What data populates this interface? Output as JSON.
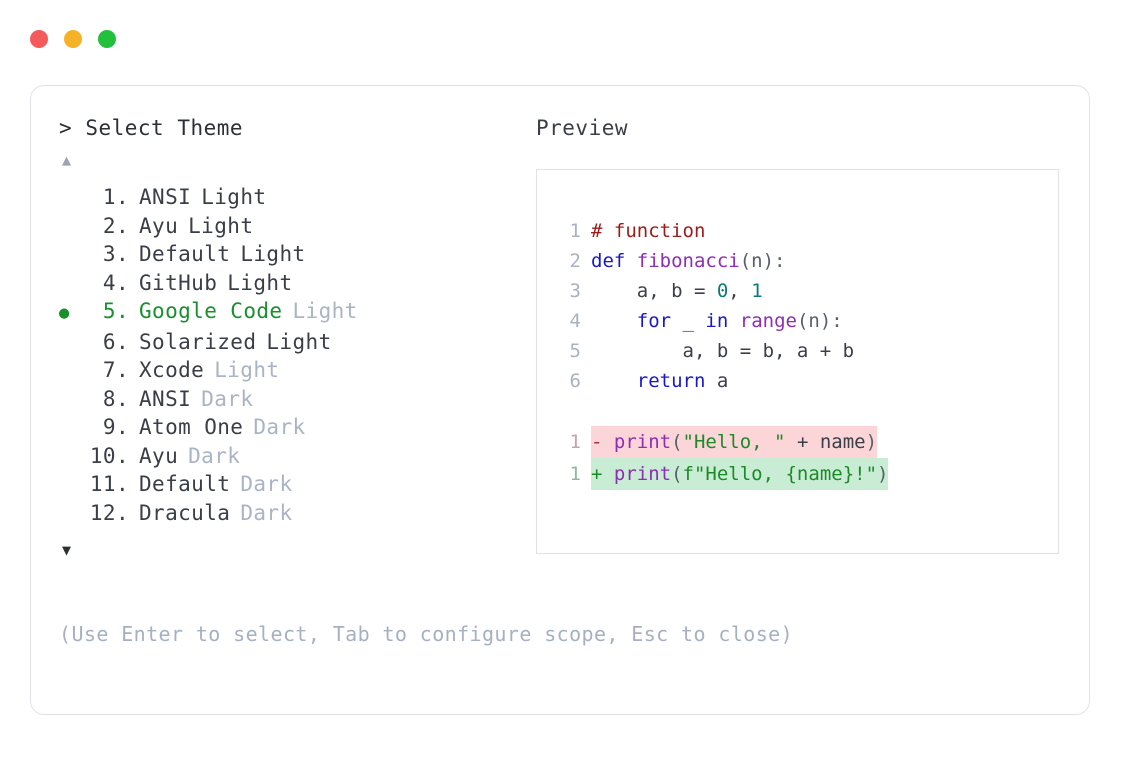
{
  "titlebar": {
    "dots": [
      {
        "name": "close-button",
        "color": "#F4595B"
      },
      {
        "name": "minimize-button",
        "color": "#F5B227"
      },
      {
        "name": "maximize-button",
        "color": "#22C03C"
      }
    ]
  },
  "prompt": {
    "caret": ">",
    "label": "Select Theme"
  },
  "scroll": {
    "up": "▲",
    "down": "▼"
  },
  "selected_index": 5,
  "themes": [
    {
      "num": "1.",
      "name": "ANSI",
      "variant": "Light",
      "dim": false,
      "selected": false,
      "bullet": ""
    },
    {
      "num": "2.",
      "name": "Ayu",
      "variant": "Light",
      "dim": false,
      "selected": false,
      "bullet": ""
    },
    {
      "num": "3.",
      "name": "Default",
      "variant": "Light",
      "dim": false,
      "selected": false,
      "bullet": ""
    },
    {
      "num": "4.",
      "name": "GitHub",
      "variant": "Light",
      "dim": false,
      "selected": false,
      "bullet": ""
    },
    {
      "num": "5.",
      "name": "Google Code",
      "variant": "Light",
      "dim": true,
      "selected": true,
      "bullet": "●"
    },
    {
      "num": "6.",
      "name": "Solarized",
      "variant": "Light",
      "dim": false,
      "selected": false,
      "bullet": ""
    },
    {
      "num": "7.",
      "name": "Xcode",
      "variant": "Light",
      "dim": true,
      "selected": false,
      "bullet": ""
    },
    {
      "num": "8.",
      "name": "ANSI",
      "variant": "Dark",
      "dim": true,
      "selected": false,
      "bullet": ""
    },
    {
      "num": "9.",
      "name": "Atom One",
      "variant": "Dark",
      "dim": true,
      "selected": false,
      "bullet": ""
    },
    {
      "num": "10.",
      "name": "Ayu",
      "variant": "Dark",
      "dim": true,
      "selected": false,
      "bullet": ""
    },
    {
      "num": "11.",
      "name": "Default",
      "variant": "Dark",
      "dim": true,
      "selected": false,
      "bullet": ""
    },
    {
      "num": "12.",
      "name": "Dracula",
      "variant": "Dark",
      "dim": true,
      "selected": false,
      "bullet": ""
    }
  ],
  "hint": "(Use Enter to select, Tab to configure scope, Esc to close)",
  "preview": {
    "label": "Preview",
    "lines": [
      {
        "ln": "1",
        "kind": "normal",
        "tokens": [
          {
            "t": "# function",
            "c": "tok-comment"
          }
        ]
      },
      {
        "ln": "2",
        "kind": "normal",
        "tokens": [
          {
            "t": "def ",
            "c": "tok-keyword"
          },
          {
            "t": "fibonacci",
            "c": "tok-func"
          },
          {
            "t": "(n):",
            "c": "tok-punct"
          }
        ]
      },
      {
        "ln": "3",
        "kind": "normal",
        "tokens": [
          {
            "t": "    a, b = ",
            "c": "tok-plain"
          },
          {
            "t": "0",
            "c": "tok-number"
          },
          {
            "t": ", ",
            "c": "tok-plain"
          },
          {
            "t": "1",
            "c": "tok-number"
          }
        ]
      },
      {
        "ln": "4",
        "kind": "normal",
        "tokens": [
          {
            "t": "    ",
            "c": "tok-plain"
          },
          {
            "t": "for",
            "c": "tok-keyword"
          },
          {
            "t": " _ ",
            "c": "tok-plain"
          },
          {
            "t": "in",
            "c": "tok-keyword"
          },
          {
            "t": " ",
            "c": "tok-plain"
          },
          {
            "t": "range",
            "c": "tok-func"
          },
          {
            "t": "(n):",
            "c": "tok-punct"
          }
        ]
      },
      {
        "ln": "5",
        "kind": "normal",
        "tokens": [
          {
            "t": "        a, b = b, a + b",
            "c": "tok-plain"
          }
        ]
      },
      {
        "ln": "6",
        "kind": "normal",
        "tokens": [
          {
            "t": "    ",
            "c": "tok-plain"
          },
          {
            "t": "return",
            "c": "tok-keyword"
          },
          {
            "t": " a",
            "c": "tok-plain"
          }
        ]
      },
      {
        "ln": "",
        "kind": "blank",
        "tokens": []
      },
      {
        "ln": "1",
        "kind": "del",
        "tokens": [
          {
            "t": "- ",
            "c": "tok-delmark"
          },
          {
            "t": "print",
            "c": "tok-func"
          },
          {
            "t": "(",
            "c": "tok-punct"
          },
          {
            "t": "\"Hello, \"",
            "c": "tok-string"
          },
          {
            "t": " + name",
            "c": "tok-plain"
          },
          {
            "t": ")",
            "c": "tok-punct"
          }
        ]
      },
      {
        "ln": "1",
        "kind": "add",
        "tokens": [
          {
            "t": "+ ",
            "c": "tok-addmark"
          },
          {
            "t": "print",
            "c": "tok-func"
          },
          {
            "t": "(",
            "c": "tok-punct"
          },
          {
            "t": "f\"Hello, {name}!\"",
            "c": "tok-string"
          },
          {
            "t": ")",
            "c": "tok-punct"
          }
        ]
      }
    ]
  },
  "colors": {
    "accent_green": "#1a8f2e",
    "dim_text": "#aab4c4",
    "body_text": "#3a3f47",
    "border": "#dfe2e8",
    "diff_del_bg": "#fbd5d7",
    "diff_add_bg": "#c8ecd4"
  }
}
